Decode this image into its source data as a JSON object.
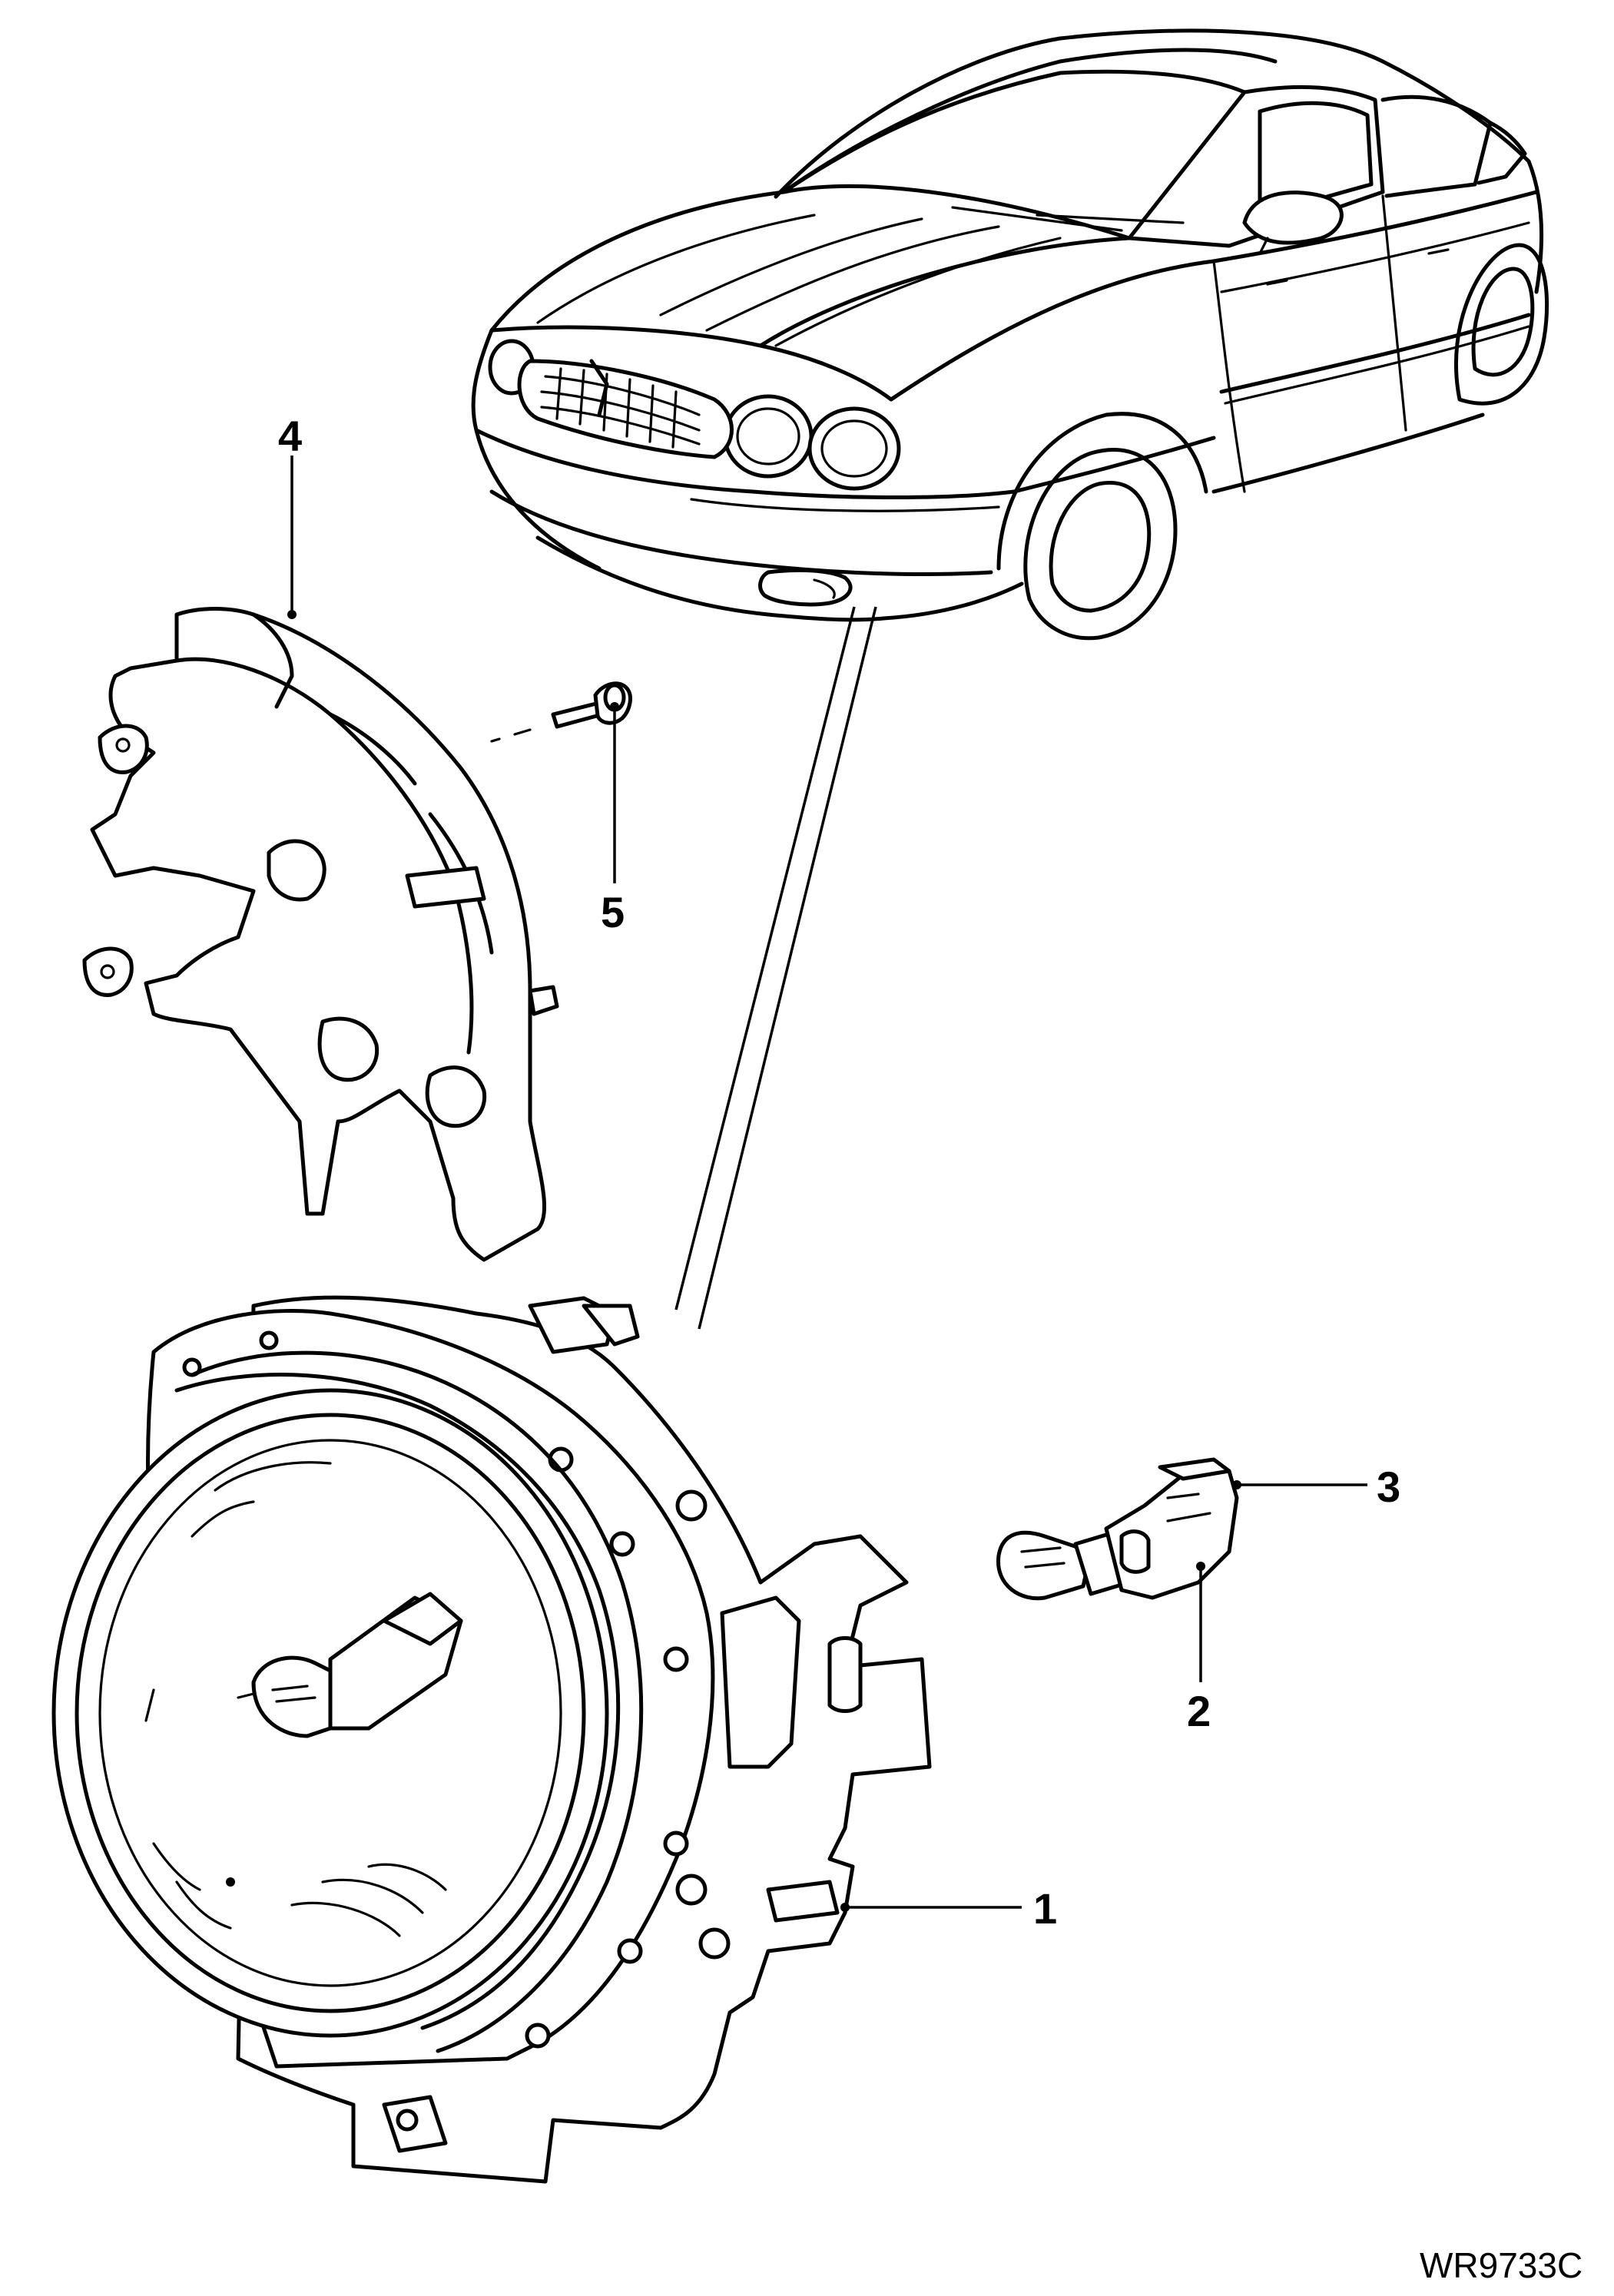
{
  "callouts": [
    {
      "id": "1",
      "label": "1"
    },
    {
      "id": "2",
      "label": "2"
    },
    {
      "id": "3",
      "label": "3"
    },
    {
      "id": "4",
      "label": "4"
    },
    {
      "id": "5",
      "label": "5"
    }
  ],
  "drawing_ref": "WR9733C"
}
